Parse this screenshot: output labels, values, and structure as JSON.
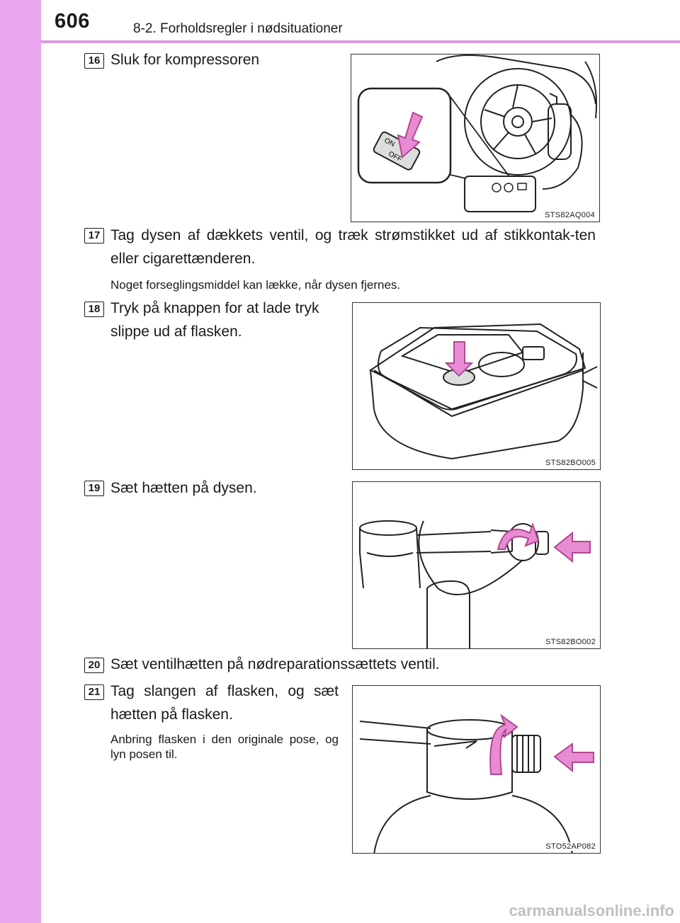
{
  "header": {
    "page_number": "606",
    "section": "8-2. Forholdsregler i nødsituationer"
  },
  "steps": [
    {
      "num": "16",
      "text": "Sluk for kompressoren",
      "figure_code": "STS82AQ004",
      "figure_labels": {
        "on": "ON",
        "off": "OFF"
      }
    },
    {
      "num": "17",
      "text": "Tag dysen af dækkets ventil, og træk strømstikket ud af stikkontak-ten eller cigarettænderen.",
      "note": "Noget forseglingsmiddel kan lække, når dysen fjernes."
    },
    {
      "num": "18",
      "text": "Tryk på knappen for at lade tryk slippe ud af flasken.",
      "figure_code": "STS82BO005"
    },
    {
      "num": "19",
      "text": "Sæt hætten på dysen.",
      "figure_code": "STS82BO002"
    },
    {
      "num": "20",
      "text": "Sæt ventilhætten på nødreparationssættets ventil."
    },
    {
      "num": "21",
      "text": "Tag slangen af flasken, og sæt hætten på flasken.",
      "note": "Anbring flasken i den originale pose, og lyn posen til.",
      "figure_code": "STO52AP082"
    }
  ],
  "colors": {
    "accent": "#e9a6ef",
    "arrow_fill": "#e98bd4",
    "arrow_stroke": "#b0478f"
  },
  "watermark": "carmanualsonline.info"
}
